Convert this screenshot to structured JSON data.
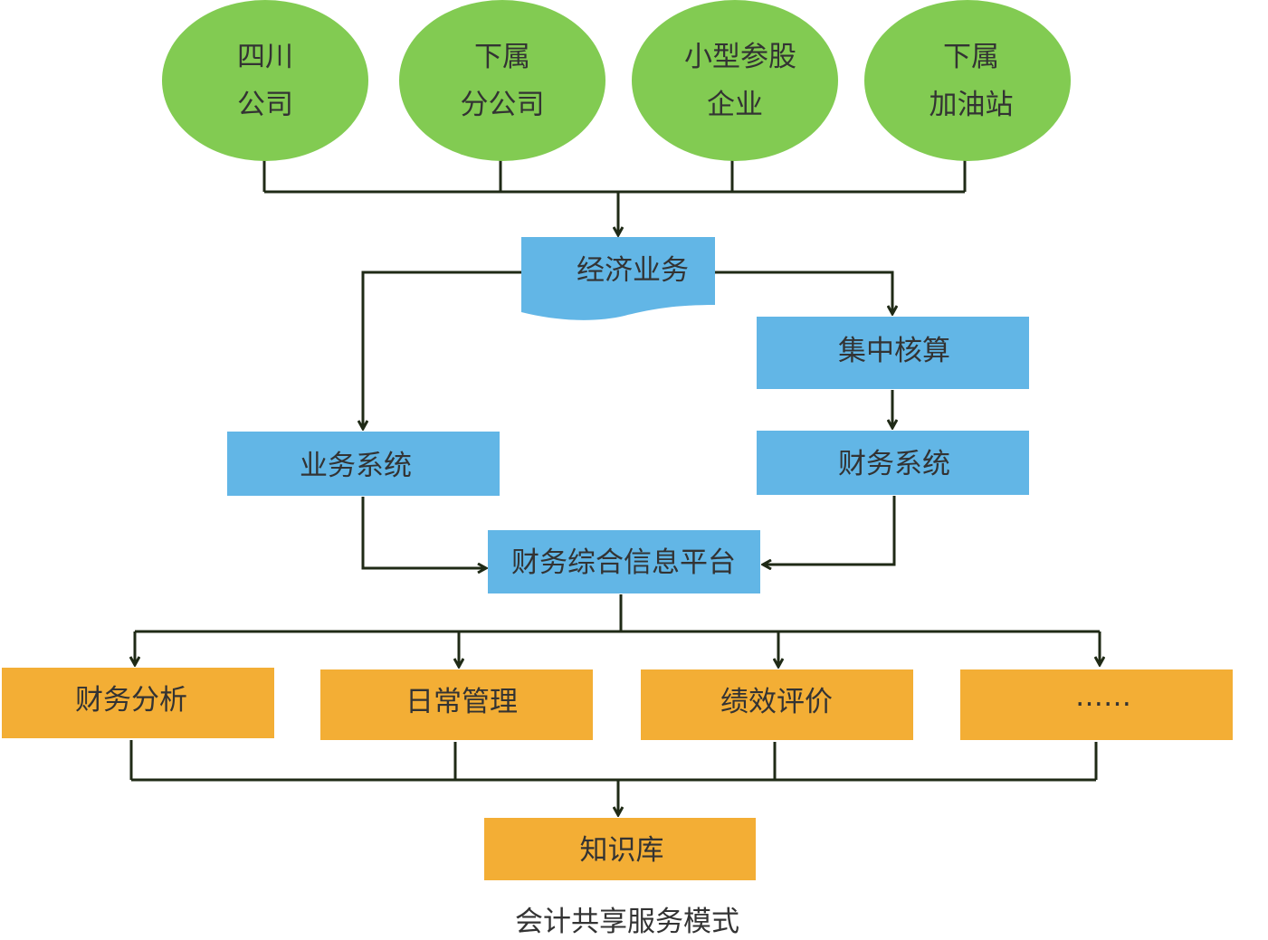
{
  "colors": {
    "source_fill": "#82cb52",
    "process_fill": "#62b6e6",
    "output_fill": "#f3ae35",
    "line": "#1f2a16",
    "text": "#333333"
  },
  "sources": [
    {
      "line1": "四川",
      "line2": "公司"
    },
    {
      "line1": "下属",
      "line2": "分公司"
    },
    {
      "line1": "小型参股",
      "line2": "企业"
    },
    {
      "line1": "下属",
      "line2": "加油站"
    }
  ],
  "process": {
    "economic_business": "经济业务",
    "centralized_accounting": "集中核算",
    "business_system": "业务系统",
    "finance_system": "财务系统",
    "info_platform": "财务综合信息平台"
  },
  "outputs": {
    "financial_analysis": "财务分析",
    "daily_management": "日常管理",
    "performance_evaluation": "绩效评价",
    "more": "……"
  },
  "knowledge_base": "知识库",
  "caption": "会计共享服务模式"
}
